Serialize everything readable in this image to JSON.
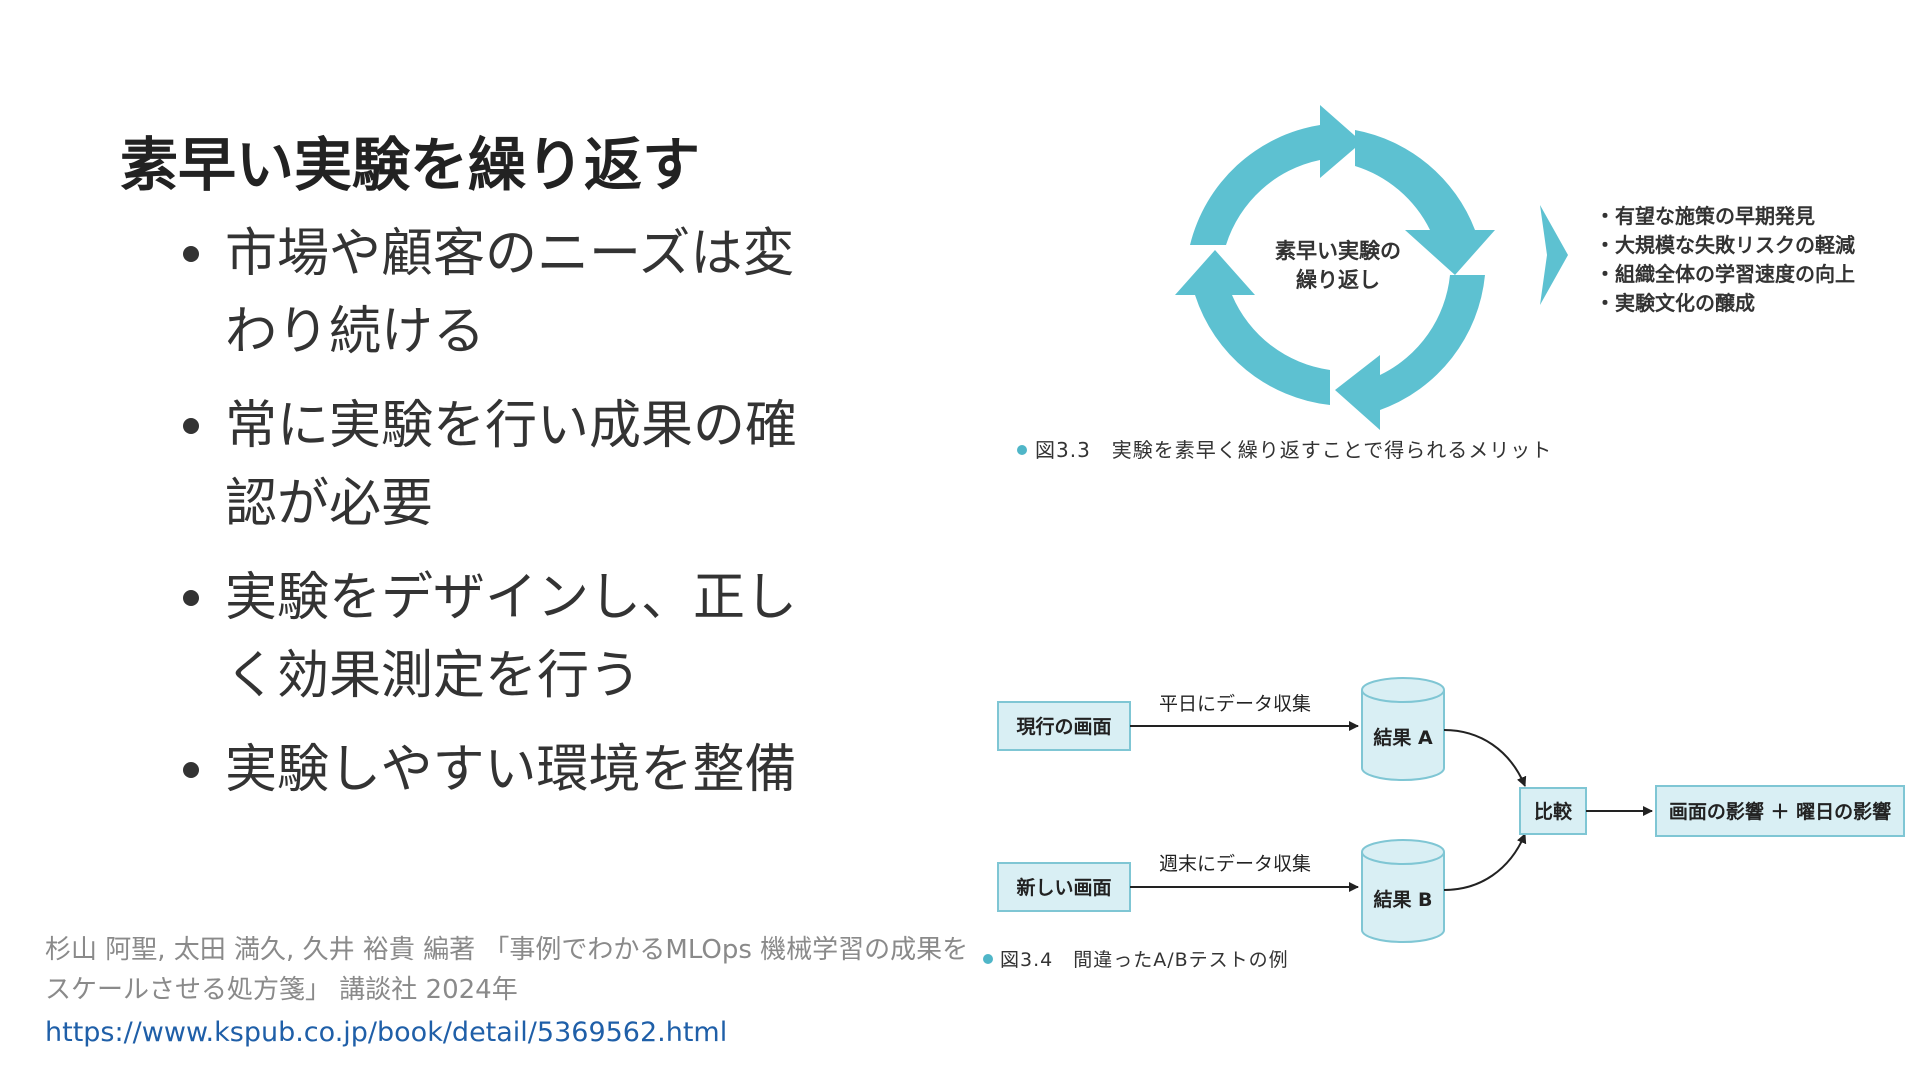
{
  "slide": {
    "title": "素早い実験を繰り返す",
    "bullets": [
      "市場や顧客のニーズは変わり続ける",
      "常に実験を行い成果の確認が必要",
      "実験をデザインし、正しく効果測定を行う",
      "実験しやすい環境を整備"
    ]
  },
  "figure_3_3": {
    "center_label_line1": "素早い実験の",
    "center_label_line2": "繰り返し",
    "benefits": [
      "・有望な施策の早期発見",
      "・大規模な失敗リスクの軽減",
      "・組織全体の学習速度の向上",
      "・実験文化の醸成"
    ],
    "caption": "図3.3　実験を素早く繰り返すことで得られるメリット"
  },
  "figure_3_4": {
    "box_current_screen": "現行の画面",
    "box_new_screen": "新しい画面",
    "label_weekday_collect": "平日にデータ収集",
    "label_weekend_collect": "週末にデータ収集",
    "result_a": "結果 A",
    "result_b": "結果 B",
    "compare": "比較",
    "outcome": "画面の影響 ＋ 曜日の影響",
    "caption": "図3.4　間違ったA/Bテストの例"
  },
  "citation": {
    "text": "杉山 阿聖, 太田 満久, 久井 裕貴 編著 「事例でわかるMLOps 機械学習の成果をスケールさせる処方箋」 講談社 2024年",
    "url": "https://www.kspub.co.jp/book/detail/5369562.html"
  },
  "colors": {
    "cycle_teal": "#5dc1d1",
    "box_fill": "#d9eff4",
    "box_stroke": "#7fc6d4",
    "caption_dot": "#4fb6c8"
  }
}
